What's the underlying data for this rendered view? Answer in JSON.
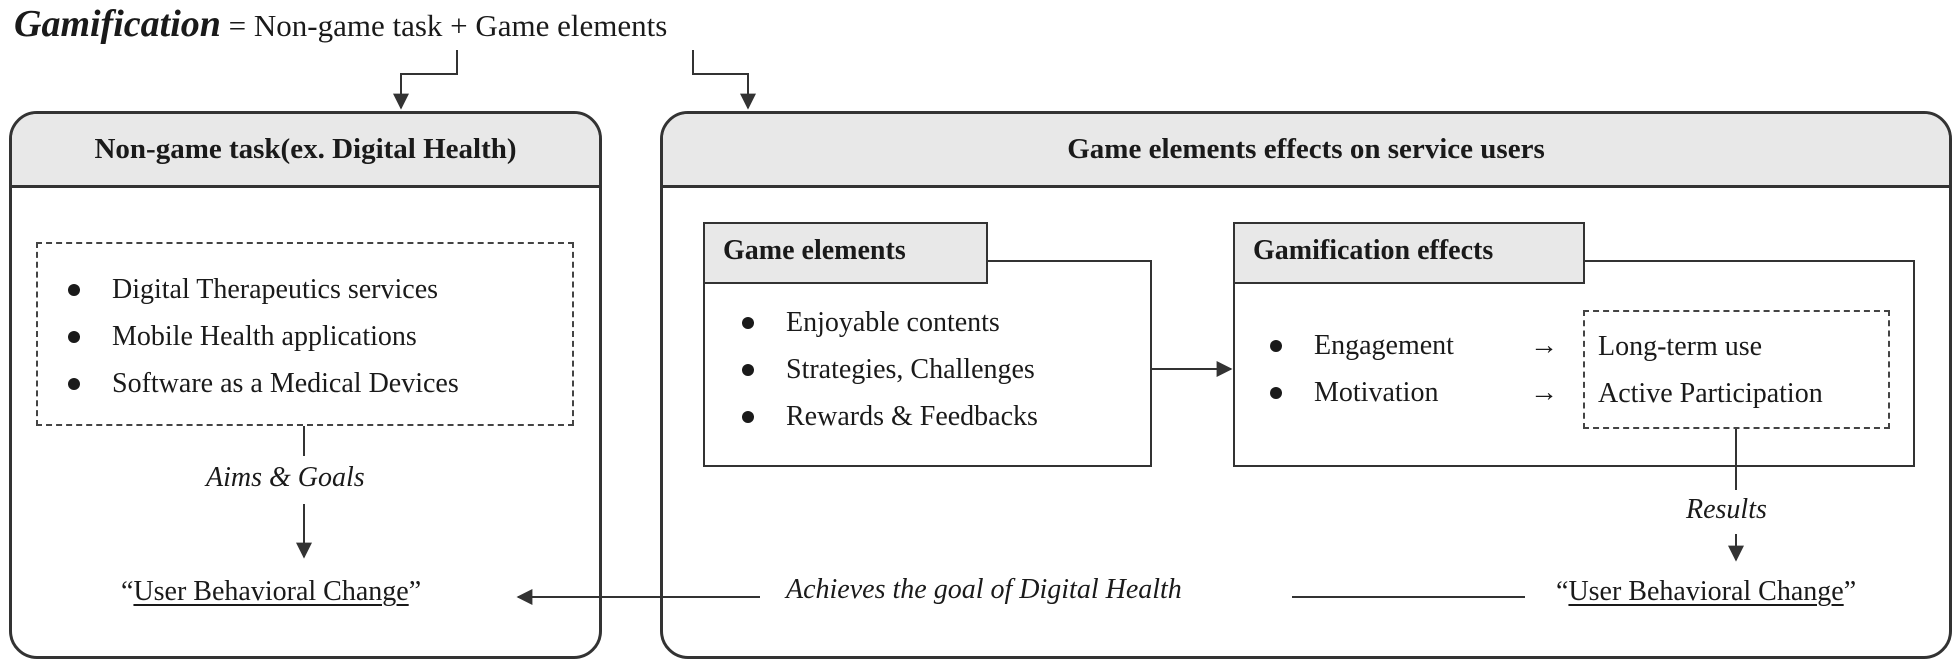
{
  "equation": {
    "title": "Gamification",
    "equals": "=",
    "term1": "Non-game task",
    "plus": "+",
    "term2": "Game elements"
  },
  "left_panel": {
    "header": "Non-game task(ex. Digital Health)",
    "items": [
      "Digital Therapeutics services",
      "Mobile Health applications",
      "Software as a Medical Devices"
    ],
    "aims_label": "Aims & Goals",
    "outcome": {
      "open_quote": "“",
      "text": "User Behavioral Change",
      "close_quote": "”"
    }
  },
  "right_panel": {
    "header": "Game elements effects on service users",
    "game_elements": {
      "tag": "Game elements",
      "items": [
        "Enjoyable contents",
        "Strategies, Challenges",
        "Rewards & Feedbacks"
      ]
    },
    "gamification_effects": {
      "tag": "Gamification effects",
      "items": [
        "Engagement",
        "Motivation"
      ],
      "arrow_symbol": "→",
      "results": [
        "Long-term use",
        "Active Participation"
      ]
    },
    "results_label": "Results",
    "outcome": {
      "open_quote": "“",
      "text": "User Behavioral Change",
      "close_quote": "”"
    }
  },
  "link_label": "Achieves the goal of Digital Health",
  "colors": {
    "header_fill": "#e8e8e8",
    "stroke": "#333333"
  }
}
